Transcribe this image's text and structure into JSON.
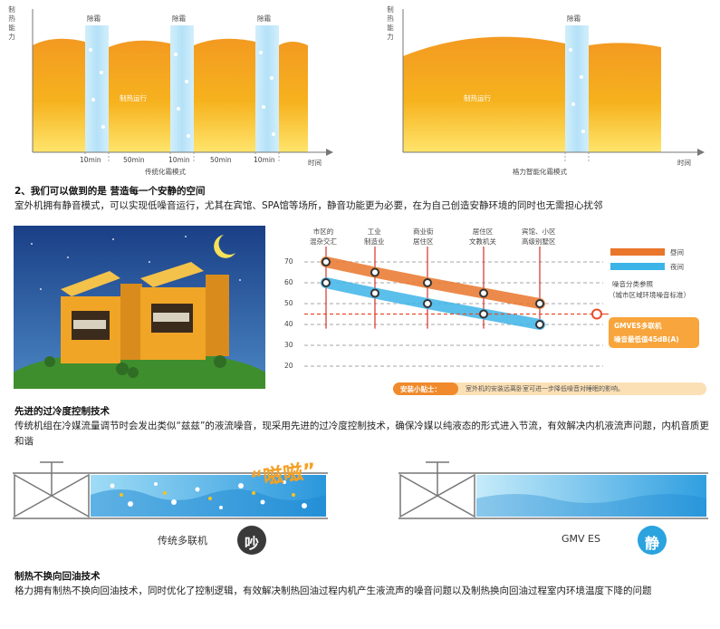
{
  "defrost_chart_traditional": {
    "y_axis_label": "制热能力",
    "defrost_labels": [
      "除霜",
      "除霜",
      "除霜"
    ],
    "heating_label": "制热运行",
    "time_ticks": [
      "10min",
      "50min",
      "10min",
      "50min",
      "10min"
    ],
    "time_axis_label": "时间",
    "caption": "传统化霜模式"
  },
  "defrost_chart_gree": {
    "y_axis_label": "制热能力",
    "defrost_label": "除霜",
    "heating_label": "制热运行",
    "time_axis_label": "时间",
    "caption": "格力智能化霜模式"
  },
  "section2": {
    "title": "2、我们可以做到的是 营造每一个安静的空间",
    "body": "室外机拥有静音模式，可以实现低噪音运行，尤其在宾馆、SPA馆等场所，静音功能更为必要，在为自己创造安静环境的同时也无需担心扰邻"
  },
  "noise_chart": {
    "categories": [
      "市区的\n混杂交汇",
      "工业\n制造业",
      "商业街\n居住区",
      "居住区\n文教机关",
      "宾馆、小区\n高级别墅区"
    ],
    "y_ticks": [
      "70",
      "60",
      "50",
      "40",
      "30",
      "20"
    ],
    "legend_day": "昼间",
    "legend_night": "夜间",
    "legend_note_line1": "噪音分类参照",
    "legend_note_line2": "（城市区域环境噪音标准）",
    "callout_line1": "GMVES多联机",
    "callout_line2": "噪音最低值45dB(A)",
    "tip_label": "安装小贴士：",
    "tip_text": "室外机的安装远离卧室可进一步降低噪音对睡眠的影响。",
    "colors": {
      "day": "#e9762b",
      "night": "#3db4e8",
      "callout": "#e94b2a"
    }
  },
  "chart_data": {
    "type": "line",
    "categories": [
      "市区的混杂交汇",
      "工业制造业",
      "商业街居住区",
      "居住区文教机关",
      "宾馆、小区高级别墅区"
    ],
    "series": [
      {
        "name": "昼间",
        "values": [
          70,
          65,
          60,
          55,
          50
        ]
      },
      {
        "name": "夜间",
        "values": [
          60,
          55,
          50,
          45,
          40
        ]
      }
    ],
    "reference_line": {
      "label": "GMVES多联机 噪音最低值45dB(A)",
      "value": 45
    },
    "ylim": [
      20,
      70
    ],
    "grid": true,
    "legend": "top-right"
  },
  "sub1": {
    "title": "先进的过冷度控制技术",
    "body": "传统机组在冷媒流量调节时会发出类似“兹兹”的液流噪音，现采用先进的过冷度控制技术，确保冷媒以纯液态的形式进入节流，有效解决内机液流声问题，内机音质更和谐"
  },
  "pipes": {
    "noise_word": "“嗞嗞”",
    "left_label": "传统多联机",
    "left_badge": "吵",
    "right_label": "GMV ES",
    "right_badge": "静",
    "colors": {
      "noisy_badge": "#3a3a3a",
      "quiet_badge": "#2aa3df"
    }
  },
  "sub2": {
    "title": "制热不换向回油技术",
    "body": "格力拥有制热不换向回油技术，同时优化了控制逻辑，有效解决制热回油过程内机产生液流声的噪音问题以及制热换向回油过程室内环境温度下降的问题"
  }
}
